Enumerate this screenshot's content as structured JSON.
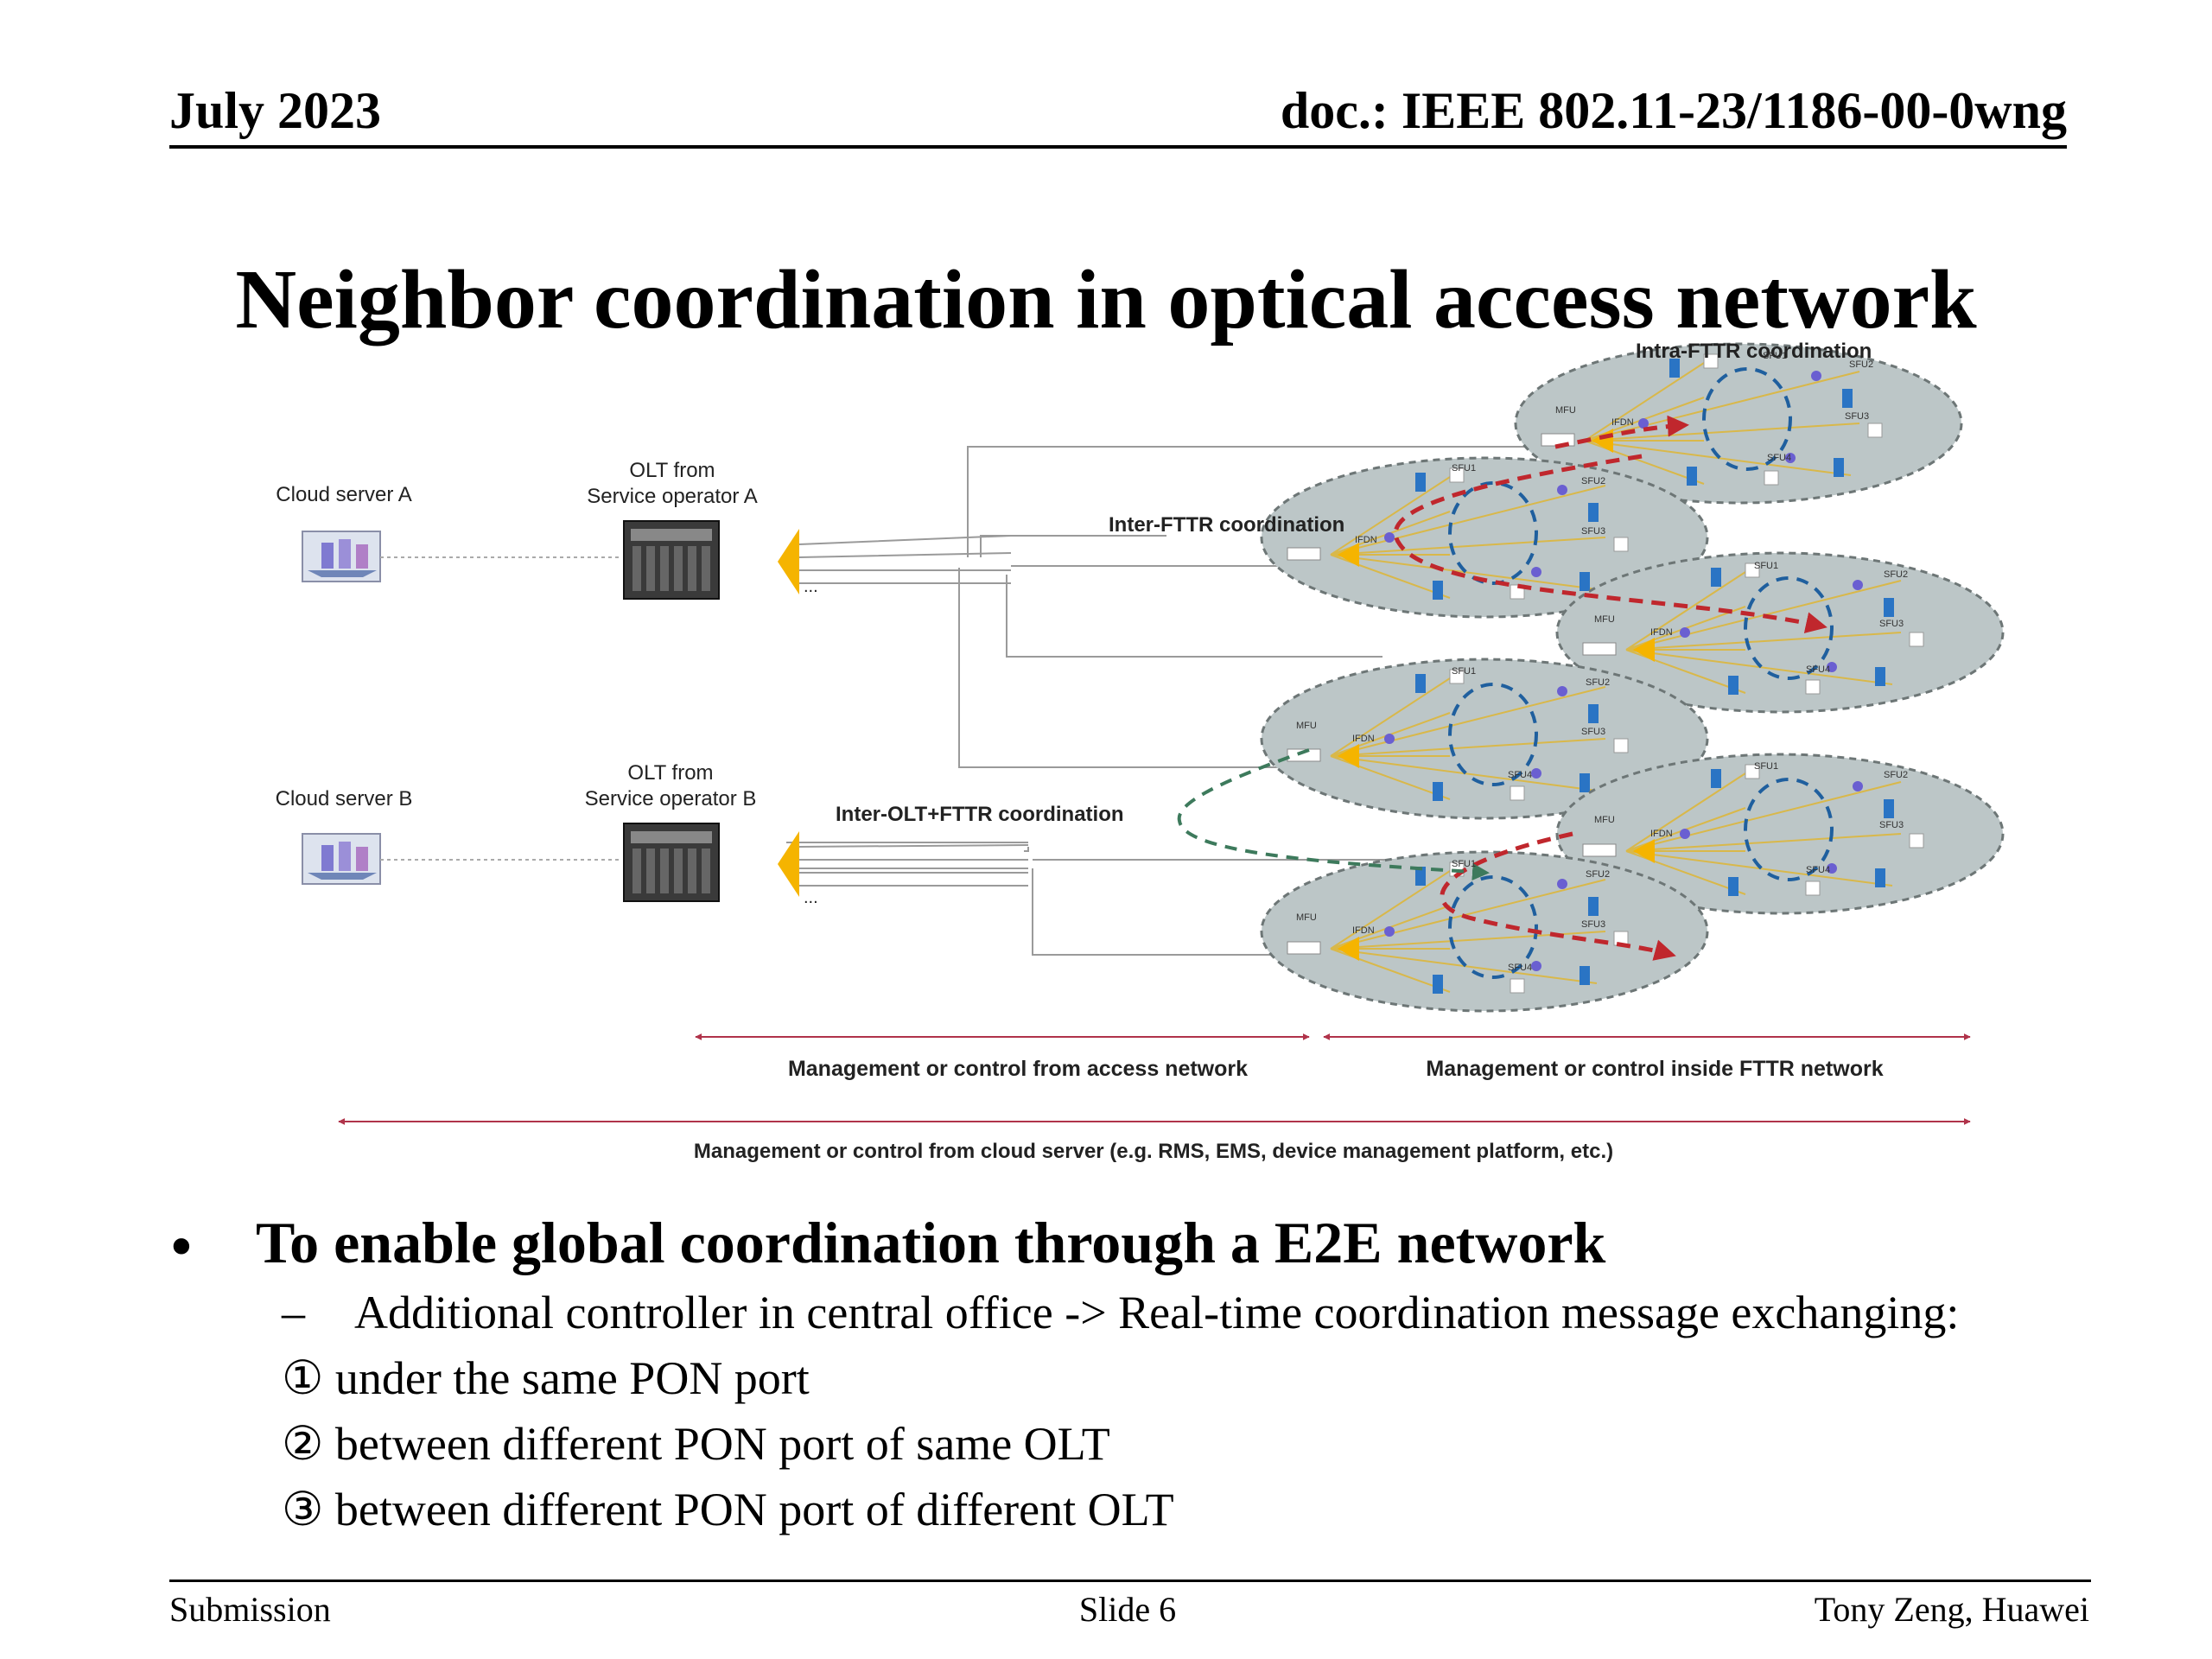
{
  "header": {
    "date": "July 2023",
    "doc_id": "doc.: IEEE 802.11-23/1186-00-0wng"
  },
  "title": "Neighbor coordination in optical access network",
  "diagram": {
    "cloud_server_a": "Cloud server A",
    "cloud_server_b": "Cloud server B",
    "olt_a_line1": "OLT from",
    "olt_a_line2": "Service operator A",
    "olt_b_line1": "OLT from",
    "olt_b_line2": "Service operator B",
    "intra_fttr": "Intra-FTTR coordination",
    "inter_fttr": "Inter-FTTR coordination",
    "inter_olt": "Inter-OLT+FTTR coordination",
    "splitter_ellipsis": "...",
    "mfu_label": "MFU",
    "ifdn_label": "IFDN",
    "sfu1": "SFU1",
    "sfu2": "SFU2",
    "sfu3": "SFU3",
    "sfu4": "SFU4",
    "mgmt_access": "Management or control from access network",
    "mgmt_fttr": "Management or control inside FTTR network",
    "mgmt_cloud": "Management or control from cloud server (e.g. RMS, EMS, device management platform, etc.)",
    "colors": {
      "cluster_fill": "#bcc6c7",
      "splitter": "#f5b400",
      "red_arrow": "#c0272d",
      "green_arrow": "#3d7a5c",
      "blue_ring": "#1f5f9e",
      "wire": "#d9b84a"
    }
  },
  "bullets": {
    "main": "To enable global coordination through a E2E network",
    "sub": "Additional controller in central office -> Real-time coordination message exchanging:",
    "items": [
      "① under the same PON port",
      "② between different PON port of same OLT",
      "③ between different PON port of different OLT"
    ]
  },
  "footer": {
    "left": "Submission",
    "center": "Slide 6",
    "right": "Tony Zeng, Huawei"
  }
}
